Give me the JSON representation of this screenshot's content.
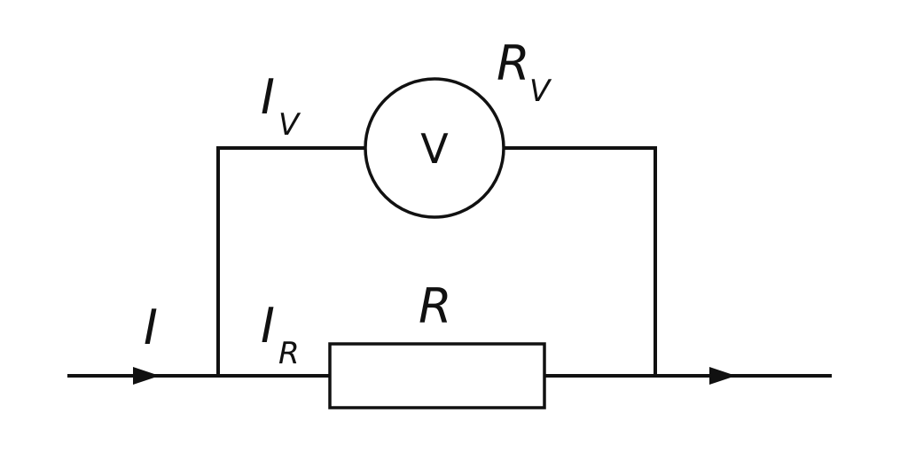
{
  "labels": {
    "total_current": "I",
    "voltmeter_current_main": "I",
    "voltmeter_current_sub": "V",
    "resistor_current_main": "I",
    "resistor_current_sub": "R",
    "resistor": "R",
    "voltmeter_resistance_main": "R",
    "voltmeter_resistance_sub": "V",
    "voltmeter_symbol": "V"
  },
  "colors": {
    "line": "#111111",
    "background": "#ffffff"
  }
}
